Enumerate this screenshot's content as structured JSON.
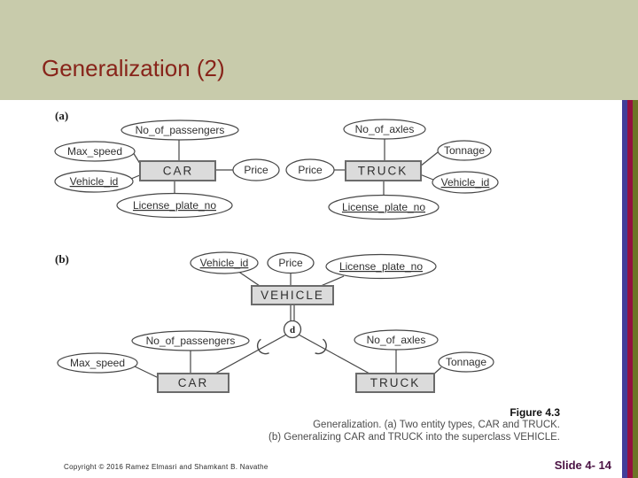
{
  "slide": {
    "title": "Generalization (2)",
    "footer_copyright": "Copyright © 2016 Ramez Elmasri and Shamkant B. Navathe",
    "slide_number": "Slide 4- 14"
  },
  "caption": {
    "figure_label": "Figure 4.3",
    "line1": "Generalization. (a) Two entity types, CAR and TRUCK.",
    "line2": "(b) Generalizing CAR and TRUCK into the superclass VEHICLE."
  },
  "diagram": {
    "part_a_label": "(a)",
    "part_b_label": "(b)",
    "entities": {
      "car": "CAR",
      "truck": "TRUCK",
      "vehicle": "VEHICLE"
    },
    "attributes": {
      "no_of_passengers": "No_of_passengers",
      "max_speed": "Max_speed",
      "vehicle_id": "Vehicle_id",
      "license_plate_no": "License_plate_no",
      "price": "Price",
      "no_of_axles": "No_of_axles",
      "tonnage": "Tonnage"
    },
    "specialization_circle": "d"
  },
  "colors": {
    "header_bg": "#c8cbab",
    "title_text": "#88241a",
    "bar_blue": "#413d99",
    "bar_maroon": "#941040",
    "bar_olive": "#6d7527",
    "slide_number_text": "#4a1243",
    "entity_fill": "#dbdbdb"
  }
}
